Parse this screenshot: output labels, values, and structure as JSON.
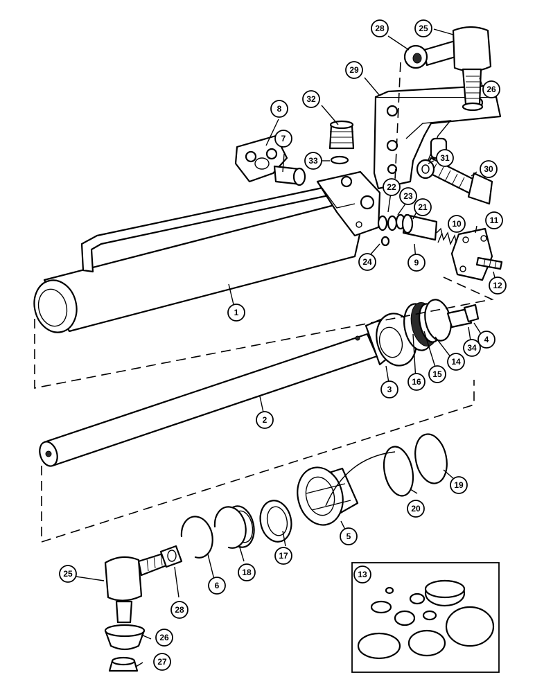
{
  "callouts": [
    {
      "id": "c1",
      "label": "1"
    },
    {
      "id": "c2",
      "label": "2"
    },
    {
      "id": "c3",
      "label": "3"
    },
    {
      "id": "c4",
      "label": "4"
    },
    {
      "id": "c5",
      "label": "5"
    },
    {
      "id": "c6",
      "label": "6"
    },
    {
      "id": "c7",
      "label": "7"
    },
    {
      "id": "c8",
      "label": "8"
    },
    {
      "id": "c9",
      "label": "9"
    },
    {
      "id": "c10",
      "label": "10"
    },
    {
      "id": "c11",
      "label": "11"
    },
    {
      "id": "c12",
      "label": "12"
    },
    {
      "id": "c13",
      "label": "13"
    },
    {
      "id": "c14",
      "label": "14"
    },
    {
      "id": "c15",
      "label": "15"
    },
    {
      "id": "c16",
      "label": "16"
    },
    {
      "id": "c17",
      "label": "17"
    },
    {
      "id": "c18",
      "label": "18"
    },
    {
      "id": "c19",
      "label": "19"
    },
    {
      "id": "c20",
      "label": "20"
    },
    {
      "id": "c21",
      "label": "21"
    },
    {
      "id": "c22",
      "label": "22"
    },
    {
      "id": "c23",
      "label": "23"
    },
    {
      "id": "c24",
      "label": "24"
    },
    {
      "id": "c25a",
      "label": "25"
    },
    {
      "id": "c25b",
      "label": "25"
    },
    {
      "id": "c26a",
      "label": "26"
    },
    {
      "id": "c26b",
      "label": "26"
    },
    {
      "id": "c27",
      "label": "27"
    },
    {
      "id": "c28a",
      "label": "28"
    },
    {
      "id": "c28b",
      "label": "28"
    },
    {
      "id": "c29",
      "label": "29"
    },
    {
      "id": "c30",
      "label": "30"
    },
    {
      "id": "c31",
      "label": "31"
    },
    {
      "id": "c32",
      "label": "32"
    },
    {
      "id": "c33",
      "label": "33"
    },
    {
      "id": "c34",
      "label": "34"
    }
  ]
}
